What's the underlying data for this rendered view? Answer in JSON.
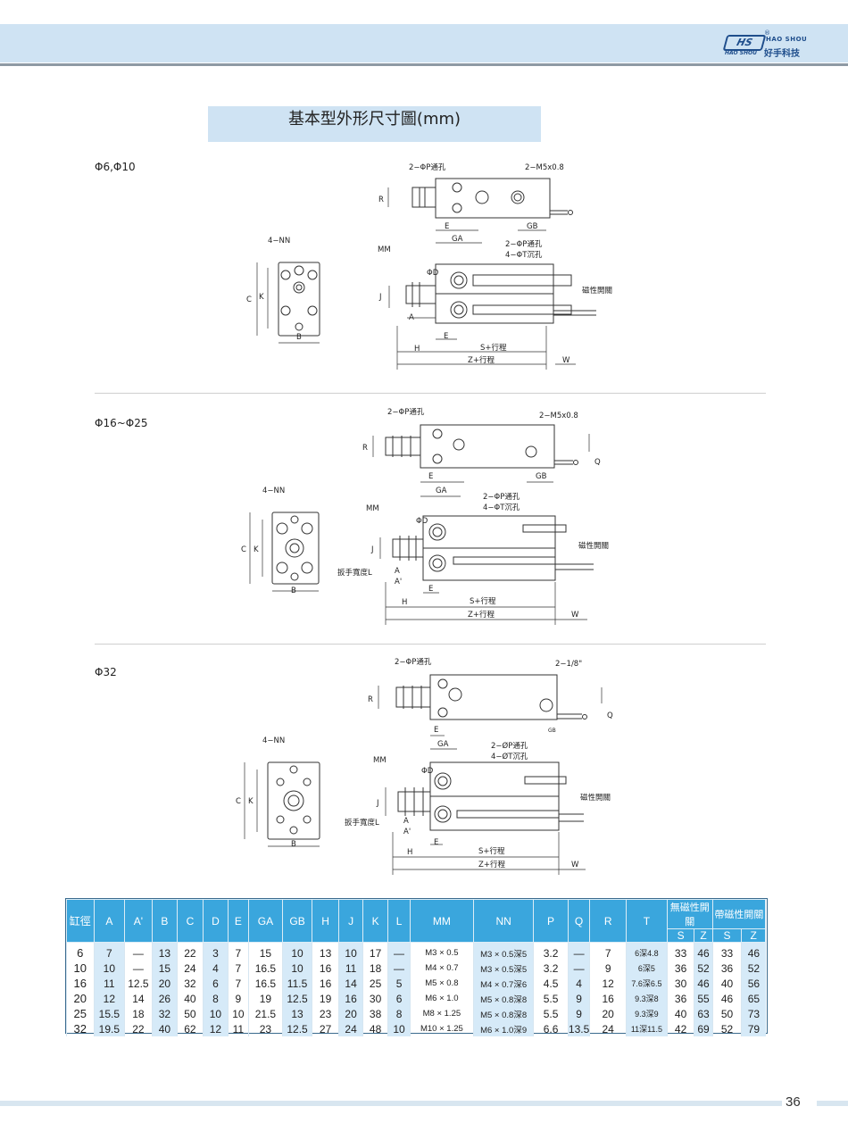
{
  "logo": {
    "mark": "HS",
    "name_en": "HAO SHOU",
    "sub_en": "HAO SHOU",
    "name_cn": "好手科技",
    "reg": "®"
  },
  "title": "基本型外形尺寸圖(mm)",
  "sections": [
    {
      "label": "Φ6,Φ10",
      "labels": {
        "holes": "2−ΦP通孔",
        "thread": "2−M5x0.8",
        "nn": "4−NN",
        "mm": "MM",
        "holes2": "2−ΦP通孔",
        "cbore": "4−ΦT沉孔",
        "switch": "磁性開關",
        "s": "S+行程",
        "z": "Z+行程"
      }
    },
    {
      "label": "Φ16~Φ25",
      "labels": {
        "holes": "2−ΦP通孔",
        "thread": "2−M5x0.8",
        "nn": "4−NN",
        "mm": "MM",
        "holes2": "2−ΦP通孔",
        "cbore": "4−ΦT沉孔",
        "switch": "磁性開關",
        "wrench": "扳手寬度L",
        "s": "S+行程",
        "z": "Z+行程"
      }
    },
    {
      "label": "Φ32",
      "labels": {
        "holes": "2−ΦP通孔",
        "thread": "2−1/8\"",
        "nn": "4−NN",
        "mm": "MM",
        "holes2": "2−ØP通孔",
        "cbore": "4−ØT沉孔",
        "switch": "磁性開關",
        "wrench": "扳手寬度L",
        "s": "S+行程",
        "z": "Z+行程"
      }
    }
  ],
  "dims": {
    "R": "R",
    "E": "E",
    "GA": "GA",
    "GB": "GB",
    "C": "C",
    "K": "K",
    "B": "B",
    "D": "ΦD",
    "J": "J",
    "A": "A",
    "A2": "A'",
    "H": "H",
    "W": "W",
    "Q": "Q"
  },
  "table": {
    "headers": [
      "缸徑",
      "A",
      "A'",
      "B",
      "C",
      "D",
      "E",
      "GA",
      "GB",
      "H",
      "J",
      "K",
      "L",
      "MM",
      "NN",
      "P",
      "Q",
      "R",
      "T"
    ],
    "group1": "無磁性開關",
    "group2": "帶磁性開關",
    "sub": [
      "S",
      "Z",
      "S",
      "Z"
    ],
    "rows": [
      [
        "6",
        "7",
        "—",
        "13",
        "22",
        "3",
        "7",
        "15",
        "10",
        "13",
        "10",
        "17",
        "—",
        "M3 × 0.5",
        "M3 × 0.5深5",
        "3.2",
        "—",
        "7",
        "6深4.8",
        "33",
        "46",
        "33",
        "46"
      ],
      [
        "10",
        "10",
        "—",
        "15",
        "24",
        "4",
        "7",
        "16.5",
        "10",
        "16",
        "11",
        "18",
        "—",
        "M4 × 0.7",
        "M3 × 0.5深5",
        "3.2",
        "—",
        "9",
        "6深5",
        "36",
        "52",
        "36",
        "52"
      ],
      [
        "16",
        "11",
        "12.5",
        "20",
        "32",
        "6",
        "7",
        "16.5",
        "11.5",
        "16",
        "14",
        "25",
        "5",
        "M5 × 0.8",
        "M4 × 0.7深6",
        "4.5",
        "4",
        "12",
        "7.6深6.5",
        "30",
        "46",
        "40",
        "56"
      ],
      [
        "20",
        "12",
        "14",
        "26",
        "40",
        "8",
        "9",
        "19",
        "12.5",
        "19",
        "16",
        "30",
        "6",
        "M6 × 1.0",
        "M5 × 0.8深8",
        "5.5",
        "9",
        "16",
        "9.3深8",
        "36",
        "55",
        "46",
        "65"
      ],
      [
        "25",
        "15.5",
        "18",
        "32",
        "50",
        "10",
        "10",
        "21.5",
        "13",
        "23",
        "20",
        "38",
        "8",
        "M8 × 1.25",
        "M5 × 0.8深8",
        "5.5",
        "9",
        "20",
        "9.3深9",
        "40",
        "63",
        "50",
        "73"
      ],
      [
        "32",
        "19.5",
        "22",
        "40",
        "62",
        "12",
        "11",
        "23",
        "12.5",
        "27",
        "24",
        "48",
        "10",
        "M10 × 1.25",
        "M6 × 1.0深9",
        "6.6",
        "13.5",
        "24",
        "11深11.5",
        "42",
        "69",
        "52",
        "79"
      ]
    ]
  },
  "page_number": "36"
}
